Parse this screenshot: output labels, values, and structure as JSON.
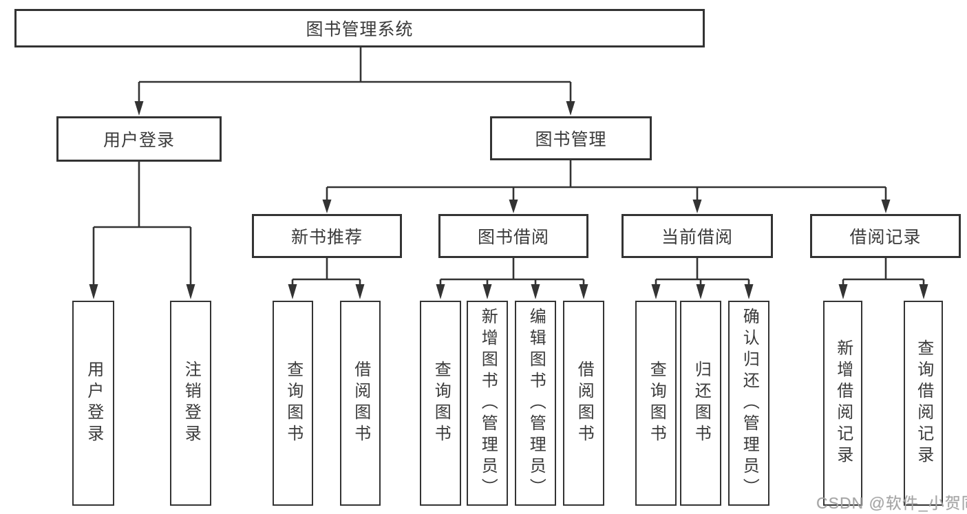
{
  "diagram": {
    "tree": {
      "label": "图书管理系统",
      "children": [
        {
          "label": "用户登录",
          "children": [
            {
              "label": "用户登录"
            },
            {
              "label": "注销登录"
            }
          ]
        },
        {
          "label": "图书管理",
          "children": [
            {
              "label": "新书推荐",
              "children": [
                {
                  "label": "查询图书"
                },
                {
                  "label": "借阅图书"
                }
              ]
            },
            {
              "label": "图书借阅",
              "children": [
                {
                  "label": "查询图书"
                },
                {
                  "label": "新增图书（管理员）"
                },
                {
                  "label": "编辑图书（管理员）"
                },
                {
                  "label": "借阅图书"
                }
              ]
            },
            {
              "label": "当前借阅",
              "children": [
                {
                  "label": "查询图书"
                },
                {
                  "label": "归还图书"
                },
                {
                  "label": "确认归还（管理员）"
                }
              ]
            },
            {
              "label": "借阅记录",
              "children": [
                {
                  "label": "新增借阅记录"
                },
                {
                  "label": "查询借阅记录"
                }
              ]
            }
          ]
        }
      ]
    },
    "colors": {
      "line": "#333333",
      "text": "#3a3a3a",
      "background": "#ffffff",
      "watermark": "#a5a5a5"
    }
  },
  "watermark": {
    "text": "CSDN @软件_小贺同学"
  }
}
